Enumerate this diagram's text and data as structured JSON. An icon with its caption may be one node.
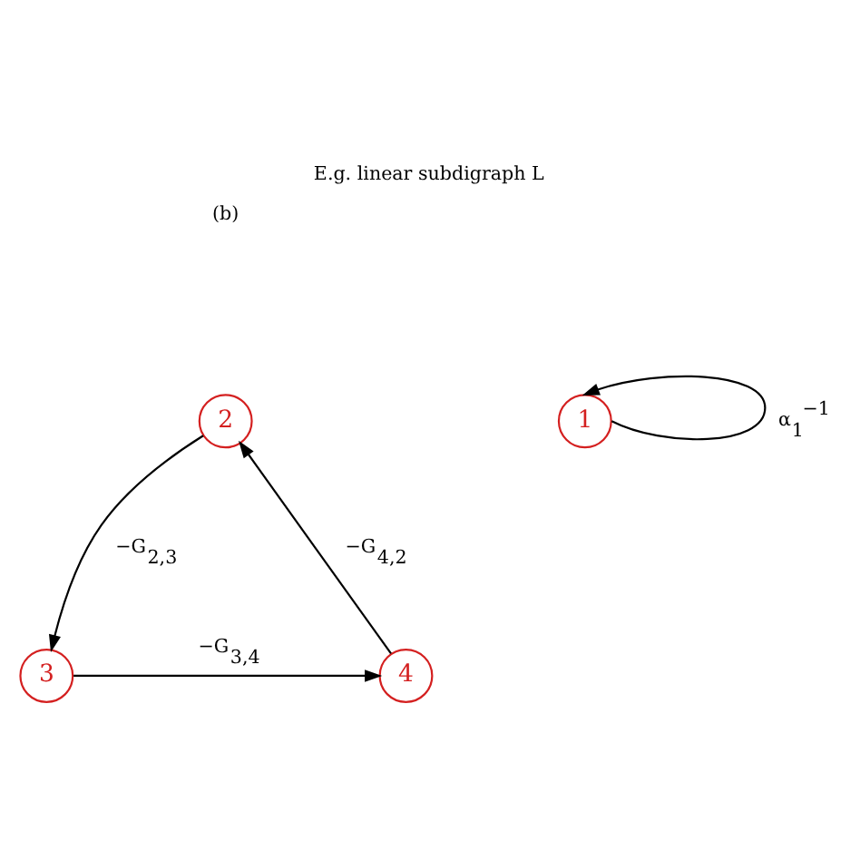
{
  "diagram": {
    "title": "E.g. linear subdigraph L",
    "nodes": [
      {
        "text": [
          "1"
        ]
      },
      {
        "text": [
          "2"
        ]
      },
      {
        "text": [
          "3"
        ]
      },
      {
        "text": [
          "4"
        ]
      }
    ],
    "edges": [
      {
        "from": 0,
        "to": 0,
        "arrow": "to",
        "label": "α$_{1}$$^{−1}$"
      },
      {
        "from": 1,
        "to": 2,
        "arrow": "to",
        "label": "−G$_{2,3}$"
      },
      {
        "from": 2,
        "to": 3,
        "arrow": "to",
        "label": "−G$_{3,4}$"
      },
      {
        "from": 3,
        "to": 1,
        "arrow": "to",
        "label": "−G$_{4,2}$"
      }
    ],
    "labels": [
      "(b)"
    ]
  }
}
